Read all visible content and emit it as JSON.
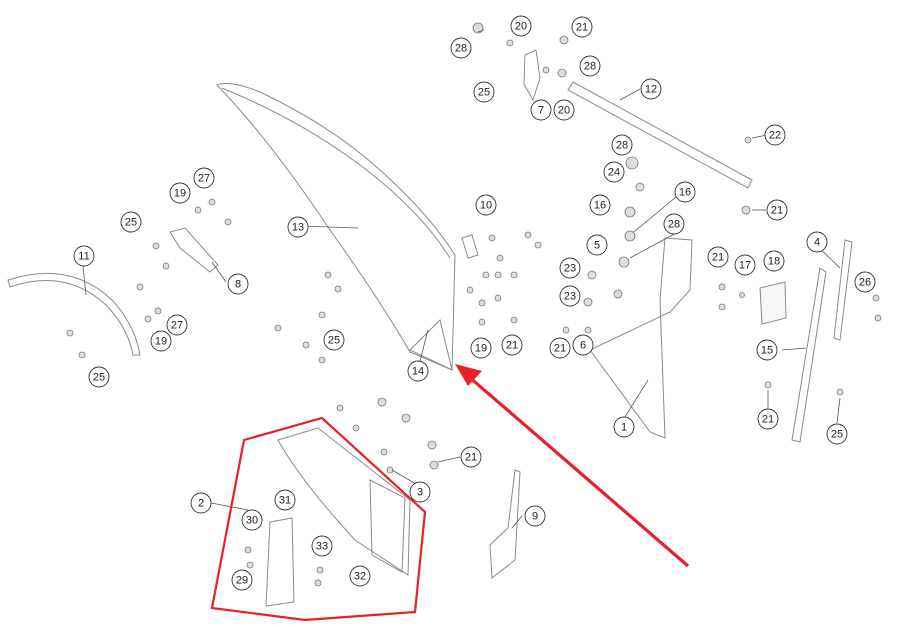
{
  "diagram": {
    "callouts": [
      {
        "id": "c28a",
        "label": "28"
      },
      {
        "id": "c20a",
        "label": "20"
      },
      {
        "id": "c21a",
        "label": "21"
      },
      {
        "id": "c28b",
        "label": "28"
      },
      {
        "id": "c25a",
        "label": "25"
      },
      {
        "id": "c7",
        "label": "7"
      },
      {
        "id": "c20b",
        "label": "20"
      },
      {
        "id": "c12",
        "label": "12"
      },
      {
        "id": "c22",
        "label": "22"
      },
      {
        "id": "c28c",
        "label": "28"
      },
      {
        "id": "c24",
        "label": "24"
      },
      {
        "id": "c16a",
        "label": "16"
      },
      {
        "id": "c16b",
        "label": "16"
      },
      {
        "id": "c28d",
        "label": "28"
      },
      {
        "id": "c21b",
        "label": "21"
      },
      {
        "id": "c19a",
        "label": "19"
      },
      {
        "id": "c27a",
        "label": "27"
      },
      {
        "id": "c25b",
        "label": "25"
      },
      {
        "id": "c8",
        "label": "8"
      },
      {
        "id": "c13",
        "label": "13"
      },
      {
        "id": "c10",
        "label": "10"
      },
      {
        "id": "c11",
        "label": "11"
      },
      {
        "id": "c27b",
        "label": "27"
      },
      {
        "id": "c19b",
        "label": "19"
      },
      {
        "id": "c25c",
        "label": "25"
      },
      {
        "id": "c25d",
        "label": "25"
      },
      {
        "id": "c14",
        "label": "14"
      },
      {
        "id": "c19c",
        "label": "19"
      },
      {
        "id": "c21c",
        "label": "21"
      },
      {
        "id": "c5",
        "label": "5"
      },
      {
        "id": "c23a",
        "label": "23"
      },
      {
        "id": "c23b",
        "label": "23"
      },
      {
        "id": "c21d",
        "label": "21"
      },
      {
        "id": "c6",
        "label": "6"
      },
      {
        "id": "c21e",
        "label": "21"
      },
      {
        "id": "c17",
        "label": "17"
      },
      {
        "id": "c18",
        "label": "18"
      },
      {
        "id": "c4",
        "label": "4"
      },
      {
        "id": "c26",
        "label": "26"
      },
      {
        "id": "c15",
        "label": "15"
      },
      {
        "id": "c1",
        "label": "1"
      },
      {
        "id": "c21f",
        "label": "21"
      },
      {
        "id": "c25e",
        "label": "25"
      },
      {
        "id": "c21g",
        "label": "21"
      },
      {
        "id": "c3",
        "label": "3"
      },
      {
        "id": "c2",
        "label": "2"
      },
      {
        "id": "c31",
        "label": "31"
      },
      {
        "id": "c30",
        "label": "30"
      },
      {
        "id": "c33",
        "label": "33"
      },
      {
        "id": "c29",
        "label": "29"
      },
      {
        "id": "c32",
        "label": "32"
      },
      {
        "id": "c9",
        "label": "9"
      }
    ],
    "highlight_color": "#e8202a",
    "line_color": "#8a8a8a"
  }
}
